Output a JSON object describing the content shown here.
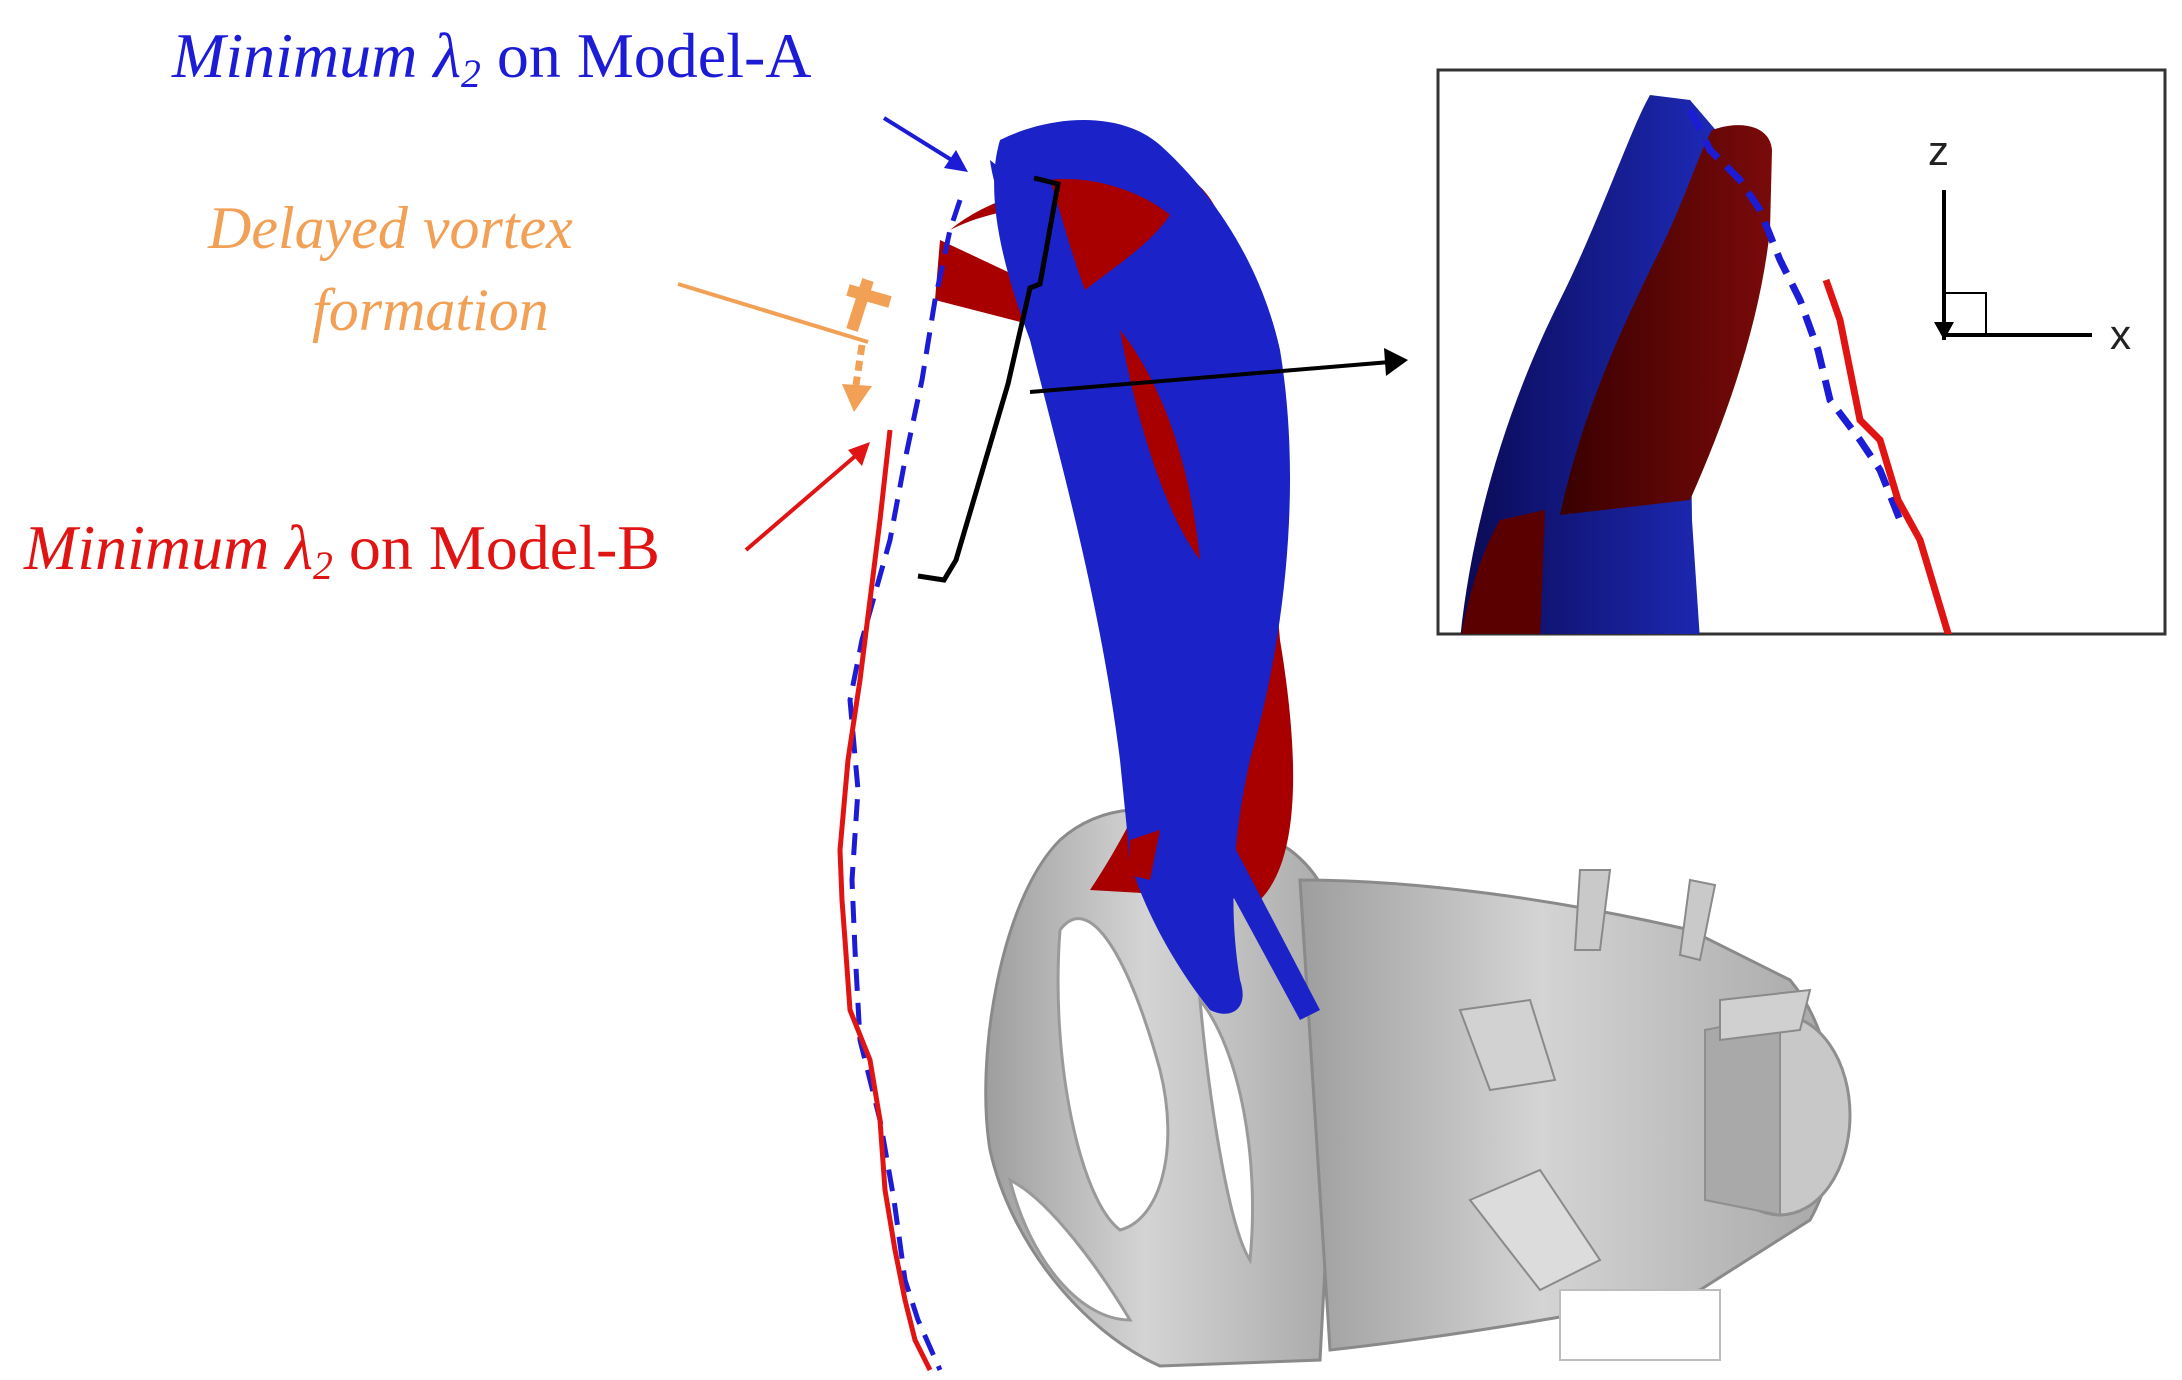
{
  "colors": {
    "blue": "#1c1cd6",
    "red": "#e11414",
    "orange": "#f2a055",
    "model_a_surface": "#1a22c8",
    "model_b_surface": "#a80000",
    "geometry": "#bdbdbd"
  },
  "labels": {
    "model_a": {
      "prefix": "Minimum ",
      "symbol": "λ",
      "subscript": "2",
      "suffix": " on Model-A"
    },
    "model_b": {
      "prefix": "Minimum ",
      "symbol": "λ",
      "subscript": "2",
      "suffix": " on Model-B"
    },
    "delay": {
      "line1": "Delayed vortex",
      "line2": "formation"
    }
  },
  "inset": {
    "axis_z": "z",
    "axis_x": "x"
  }
}
